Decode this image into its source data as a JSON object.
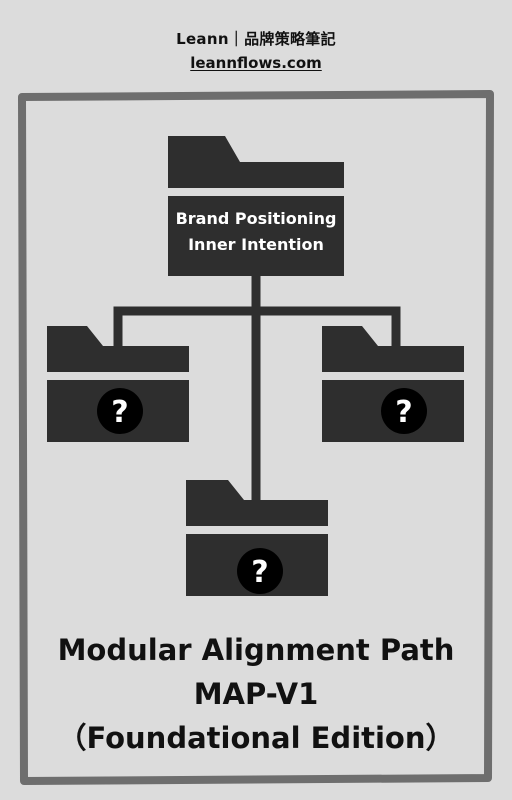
{
  "header": {
    "brand": "Leann｜品牌策略筆記",
    "site": "leannflows.com"
  },
  "diagram": {
    "root_label_line1": "Brand Positioning",
    "root_label_line2": "Inner Intention",
    "unknown_mark": "?"
  },
  "title": {
    "line1": "Modular Alignment Path",
    "line2": "MAP-V1",
    "line3": "（Foundational Edition）"
  },
  "colors": {
    "background": "#dcdcdc",
    "frame": "#6e6e6e",
    "folder": "#2e2e2e",
    "text": "#111111"
  }
}
